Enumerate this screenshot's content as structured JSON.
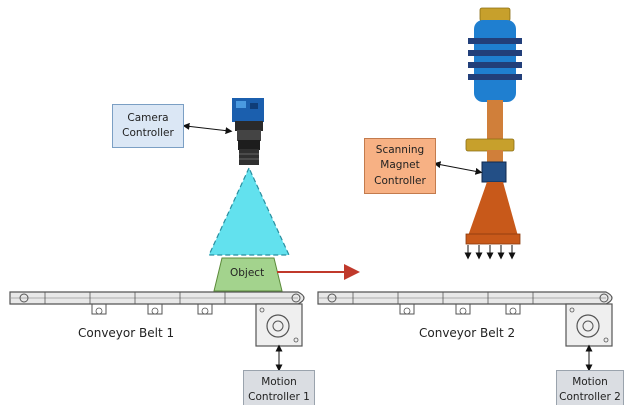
{
  "camera_controller": {
    "line1": "Camera",
    "line2": "Controller"
  },
  "scanning_magnet_controller": {
    "line1": "Scanning",
    "line2": "Magnet",
    "line3": "Controller"
  },
  "object_label": "Object",
  "belt1_label": "Conveyor Belt 1",
  "belt2_label": "Conveyor Belt 2",
  "motion_controller_1": {
    "line1": "Motion",
    "line2": "Controller 1"
  },
  "motion_controller_2": {
    "line1": "Motion",
    "line2": "Controller 2"
  },
  "colors": {
    "camera_box_fill": "#dbe7f5",
    "magnet_box_fill": "#f7b184",
    "motion_box_fill": "#dadde2",
    "object_fill": "#a3d38d",
    "camera_fov_fill": "#62e1ee",
    "magnet_body": "#c8591a",
    "magnet_stem": "#d07f3a",
    "beam_gold": "#c7a02c",
    "beam_blue": "#1f7fd0",
    "beam_dark_blue": "#223f7a",
    "flow_arrow": "#c0392b"
  }
}
